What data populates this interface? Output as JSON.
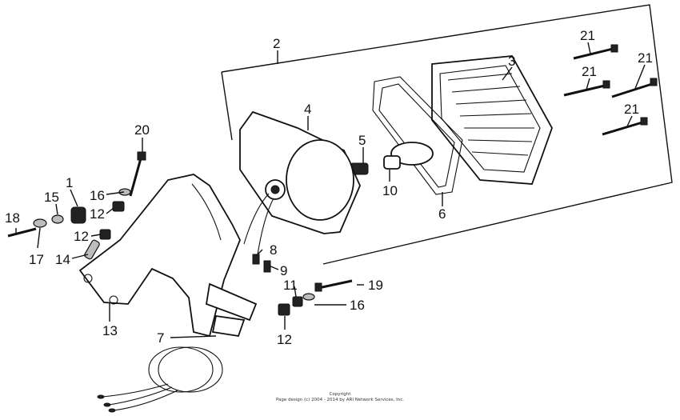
{
  "callouts": {
    "c1": "1",
    "c2": "2",
    "c3": "3",
    "c4": "4",
    "c5": "5",
    "c6": "6",
    "c7": "7",
    "c8": "8",
    "c9": "9",
    "c10": "10",
    "c11": "11",
    "c12a": "12",
    "c12b": "12",
    "c12c": "12",
    "c13": "13",
    "c14": "14",
    "c15": "15",
    "c16a": "16",
    "c16b": "16",
    "c17": "17",
    "c18": "18",
    "c19": "19",
    "c20": "20",
    "c21a": "21",
    "c21b": "21",
    "c21c": "21",
    "c21d": "21"
  },
  "copyright": {
    "line1": "Copyright",
    "line2": "Page design (c) 2004 - 2014 by ARI Network Services, Inc."
  }
}
